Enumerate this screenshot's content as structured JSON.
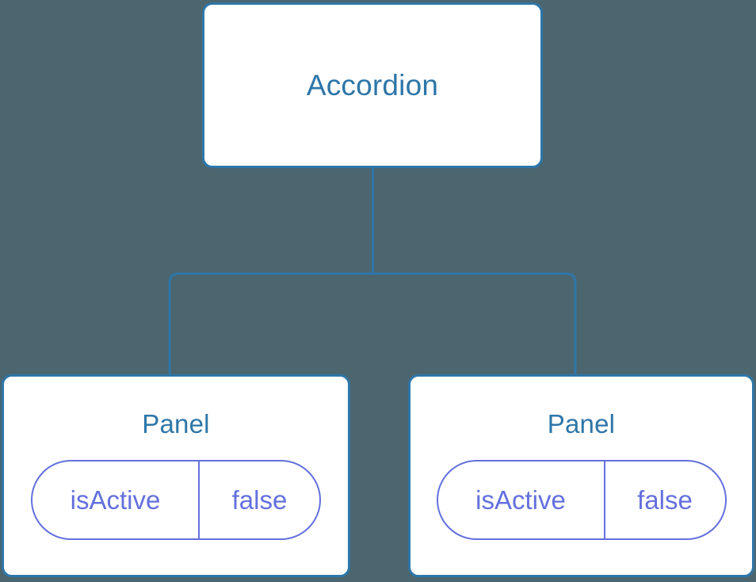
{
  "diagram": {
    "type": "component-tree",
    "background_color": "#4c6670",
    "node_border_color": "#2e76a8",
    "node_title_color": "#2e76a8",
    "state_accent_color": "#6470dd",
    "connector_color": "#2e76a8"
  },
  "nodes": {
    "root": {
      "title": "Accordion"
    },
    "children": [
      {
        "title": "Panel",
        "state": {
          "key": "isActive",
          "value": "false"
        }
      },
      {
        "title": "Panel",
        "state": {
          "key": "isActive",
          "value": "false"
        }
      }
    ]
  }
}
